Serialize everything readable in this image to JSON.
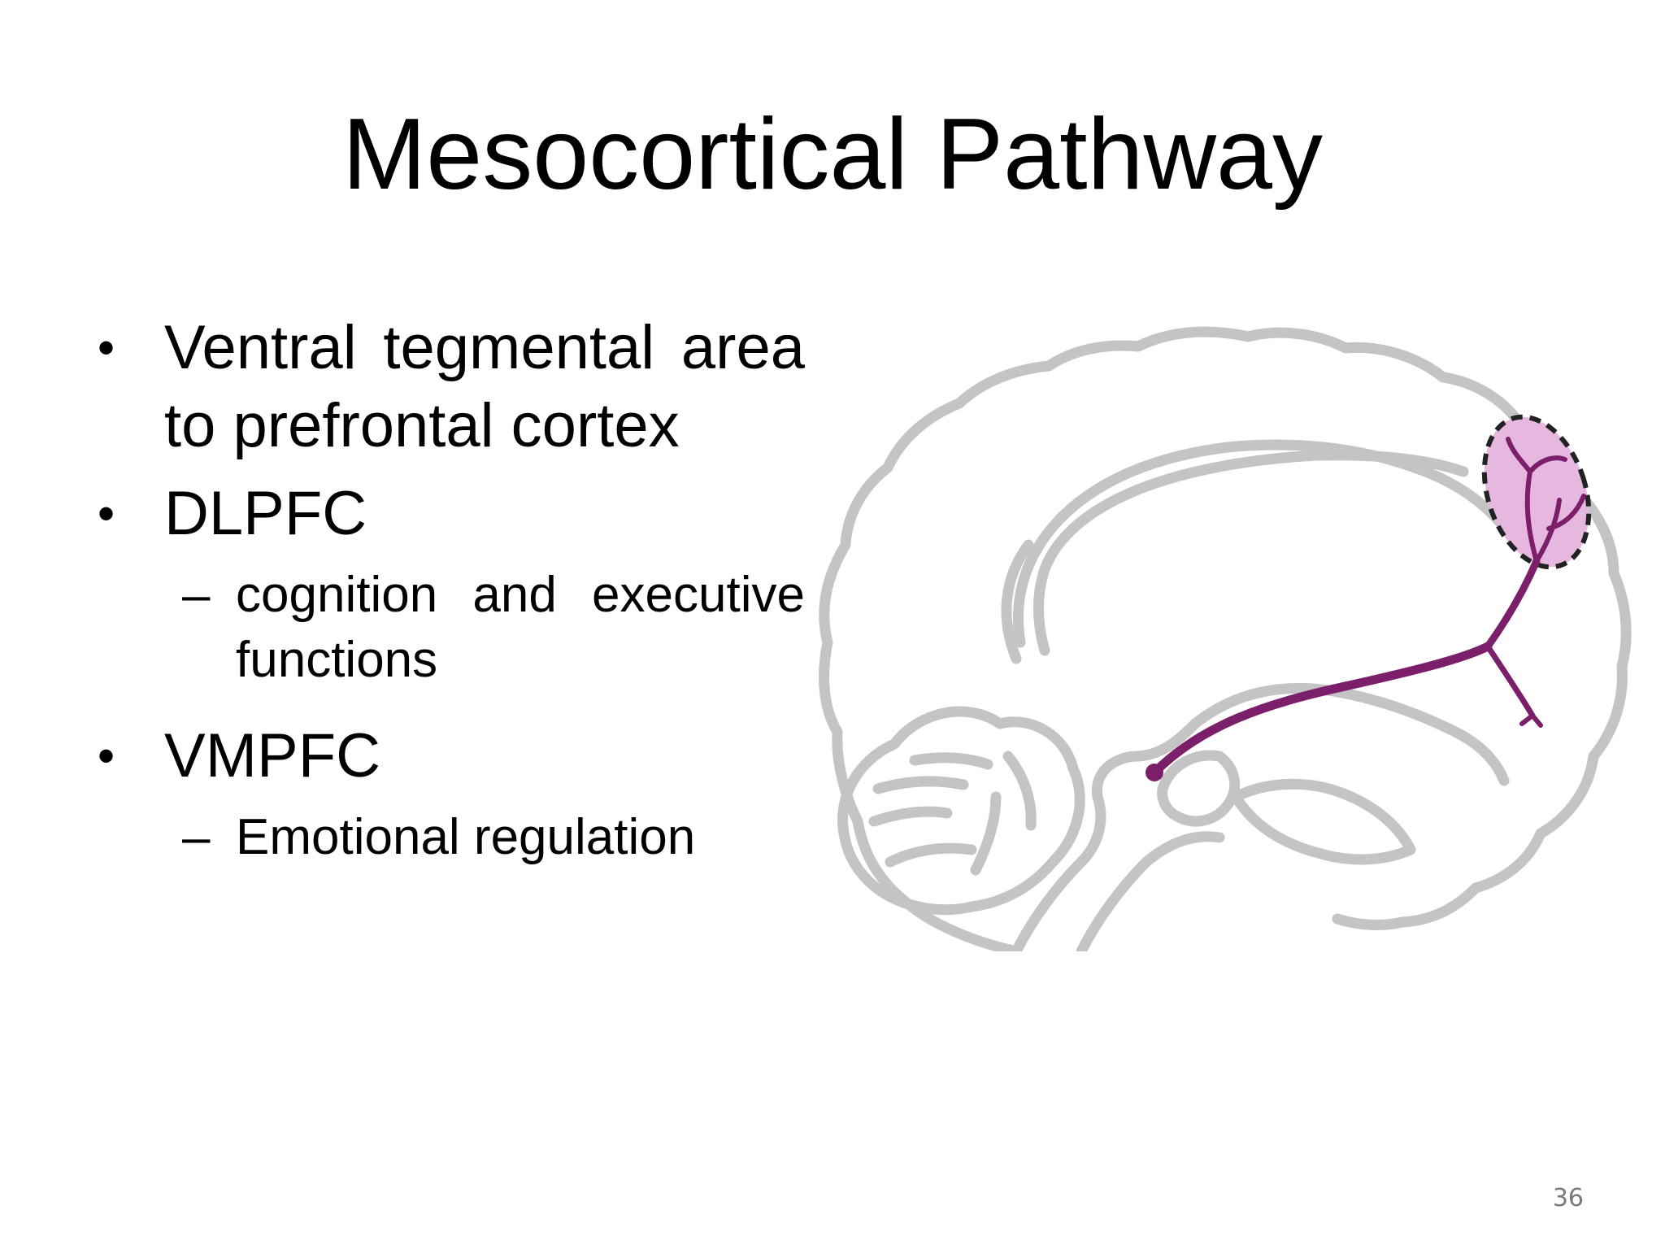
{
  "slide": {
    "title": "Mesocortical Pathway",
    "page_number": "36"
  },
  "bullets": [
    {
      "marker": "•",
      "text": "Ventral tegmental area to prefrontal cortex"
    },
    {
      "marker": "•",
      "text": "DLPFC",
      "sub": {
        "marker": "–",
        "text": "cognition and executive functions"
      }
    },
    {
      "marker": "•",
      "text": "VMPFC",
      "sub": {
        "marker": "–",
        "text": "Emotional regulation"
      }
    }
  ],
  "figure": {
    "outline_color": "#c4c4c4",
    "pathway_color": "#7b1f6b",
    "highlight_fill": "#e7b8df"
  }
}
